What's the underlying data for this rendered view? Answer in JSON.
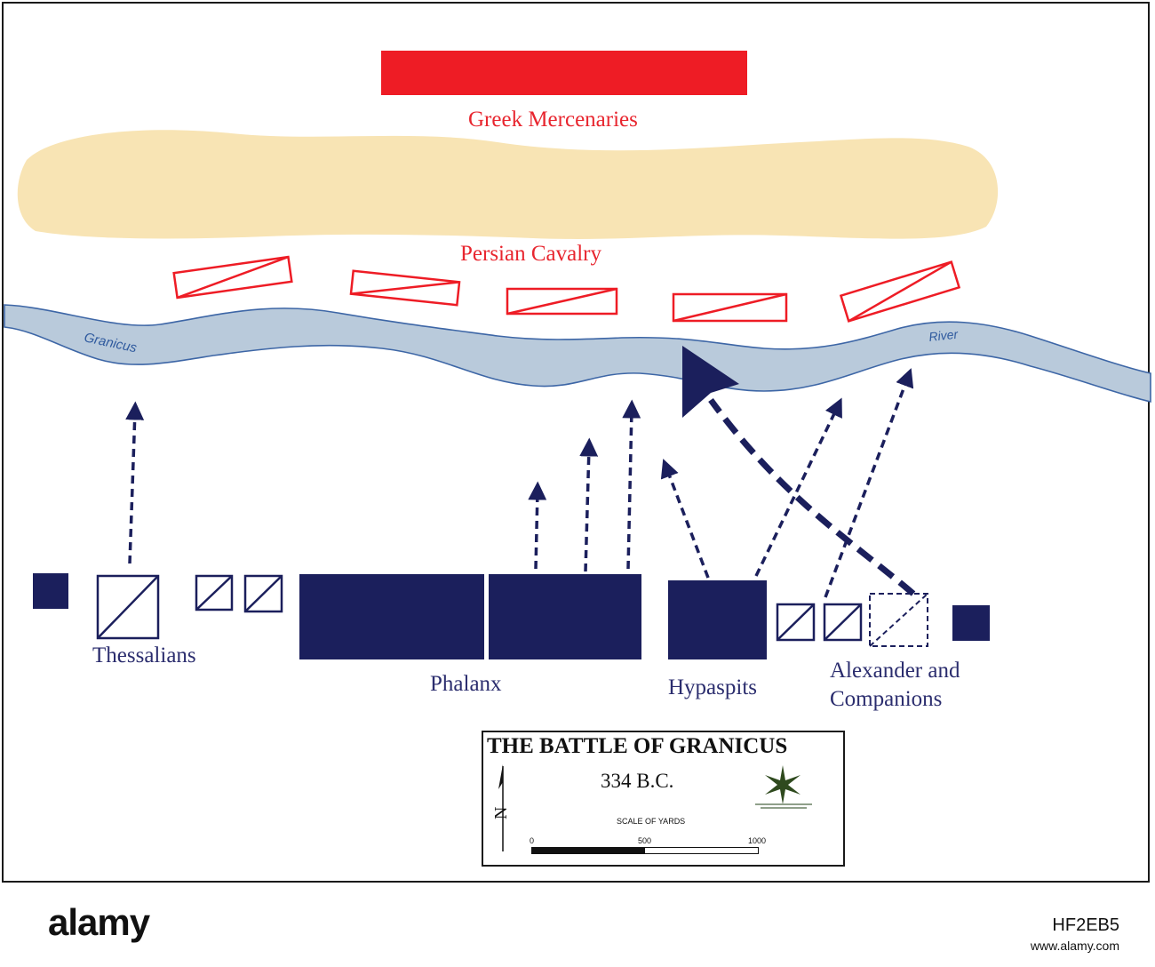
{
  "map": {
    "title": "THE BATTLE OF GRANICUS",
    "date": "334 B.C.",
    "persian": {
      "mercenaries_label": "Greek Mercenaries",
      "cavalry_label": "Persian Cavalry"
    },
    "river": {
      "name_west": "Granicus",
      "name_east": "River"
    },
    "macedonian": {
      "thessalians_label": "Thessalians",
      "phalanx_label": "Phalanx",
      "hypaspists_label": "Hypaspits",
      "companions_label_line1": "Alexander and",
      "companions_label_line2": "Companions"
    },
    "legend": {
      "north_label": "N",
      "scale_title": "SCALE OF YARDS",
      "scale_ticks": [
        "0",
        "500",
        "1000"
      ]
    },
    "colors": {
      "persian": "#ee1c25",
      "macedonian": "#1b1f5c",
      "river_fill": "#b9cadb",
      "river_edge": "#3d66a6",
      "hill": "#f8e4b4"
    }
  },
  "footer": {
    "logo": "alamy",
    "image_id": "HF2EB5",
    "url": "www.alamy.com"
  }
}
